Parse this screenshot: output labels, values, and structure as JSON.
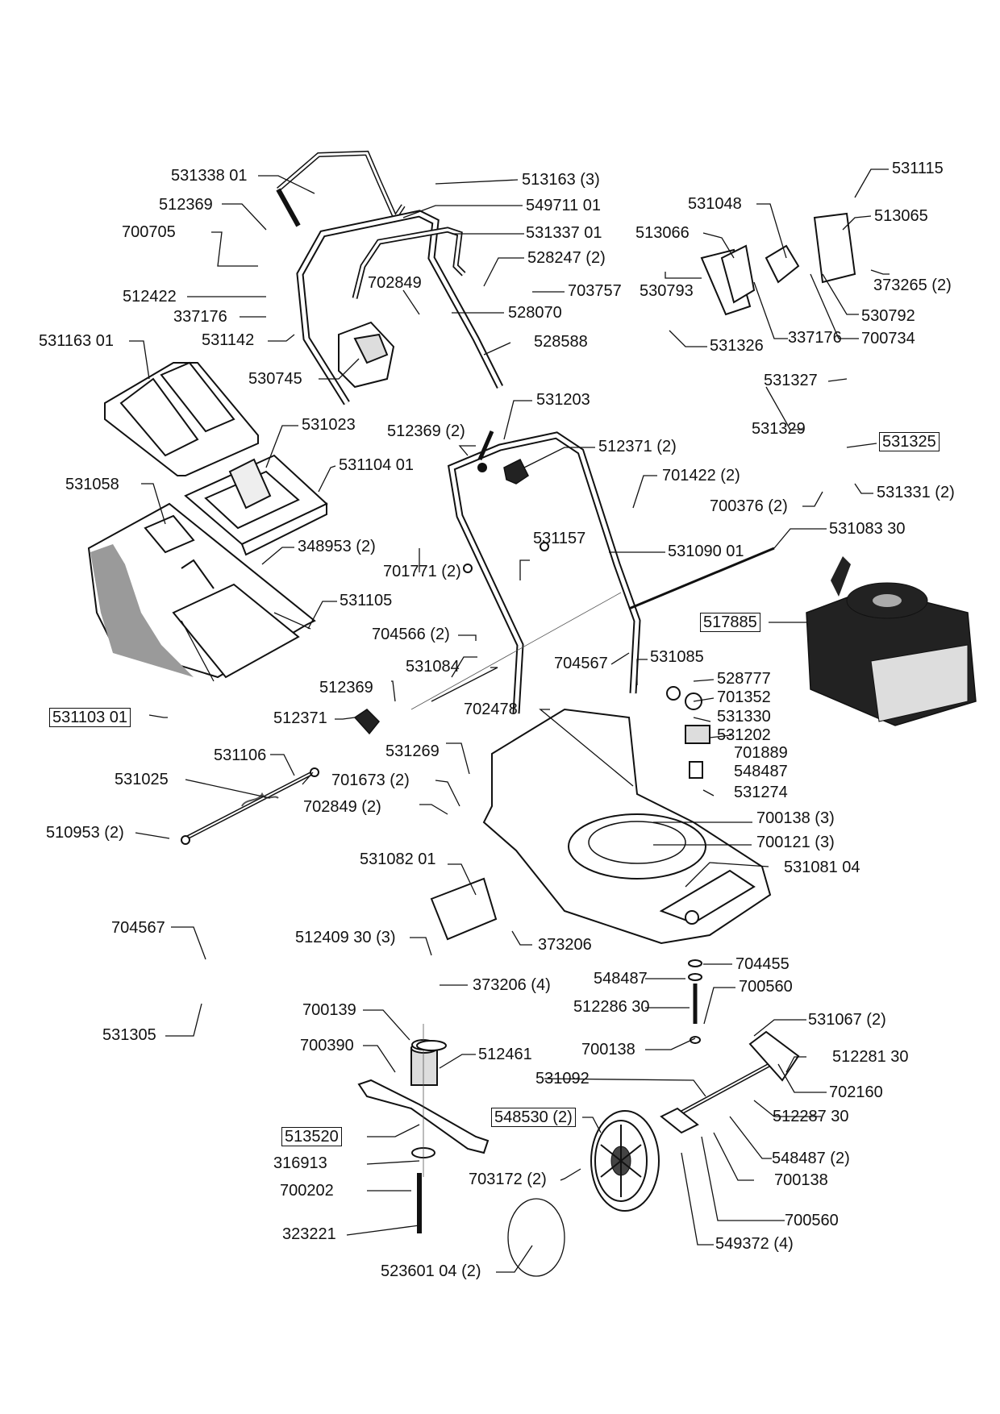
{
  "diagram": {
    "title": "Lawn mower exploded parts diagram",
    "labels": [
      {
        "id": "p1",
        "text": "531338 01"
      },
      {
        "id": "p2",
        "text": "513163 (3)"
      },
      {
        "id": "p3",
        "text": "512369"
      },
      {
        "id": "p4",
        "text": "549711 01"
      },
      {
        "id": "p5",
        "text": "700705"
      },
      {
        "id": "p6",
        "text": "531337 01"
      },
      {
        "id": "p7",
        "text": "528247 (2)"
      },
      {
        "id": "p8",
        "text": "702849"
      },
      {
        "id": "p9",
        "text": "703757"
      },
      {
        "id": "p10",
        "text": "512422"
      },
      {
        "id": "p11",
        "text": "337176"
      },
      {
        "id": "p12",
        "text": "528070"
      },
      {
        "id": "p13",
        "text": "531142"
      },
      {
        "id": "p14",
        "text": "528588"
      },
      {
        "id": "p15",
        "text": "531163 01"
      },
      {
        "id": "p16",
        "text": "530745"
      },
      {
        "id": "p17",
        "text": "531115"
      },
      {
        "id": "p18",
        "text": "531048"
      },
      {
        "id": "p19",
        "text": "513065"
      },
      {
        "id": "p20",
        "text": "513066"
      },
      {
        "id": "p21",
        "text": "530793"
      },
      {
        "id": "p22",
        "text": "373265 (2)"
      },
      {
        "id": "p23",
        "text": "530792"
      },
      {
        "id": "p24",
        "text": "531326"
      },
      {
        "id": "p25",
        "text": "337176"
      },
      {
        "id": "p26",
        "text": "700734"
      },
      {
        "id": "p27",
        "text": "531327"
      },
      {
        "id": "p28",
        "text": "531329"
      },
      {
        "id": "p29",
        "text": "531325"
      },
      {
        "id": "p30",
        "text": "531331 (2)"
      },
      {
        "id": "p31",
        "text": "700376 (2)"
      },
      {
        "id": "p32",
        "text": "531203"
      },
      {
        "id": "p33",
        "text": "531023"
      },
      {
        "id": "p34",
        "text": "512369 (2)"
      },
      {
        "id": "p35",
        "text": "512371 (2)"
      },
      {
        "id": "p36",
        "text": "531104 01"
      },
      {
        "id": "p37",
        "text": "531058"
      },
      {
        "id": "p38",
        "text": "701422 (2)"
      },
      {
        "id": "p39",
        "text": "531083 30"
      },
      {
        "id": "p40",
        "text": "348953 (2)"
      },
      {
        "id": "p41",
        "text": "531157"
      },
      {
        "id": "p42",
        "text": "701771 (2)"
      },
      {
        "id": "p43",
        "text": "531090 01"
      },
      {
        "id": "p44",
        "text": "531105"
      },
      {
        "id": "p45",
        "text": "517885"
      },
      {
        "id": "p46",
        "text": "704566 (2)"
      },
      {
        "id": "p47",
        "text": "531085"
      },
      {
        "id": "p48",
        "text": "704567"
      },
      {
        "id": "p49",
        "text": "531084"
      },
      {
        "id": "p50",
        "text": "528777"
      },
      {
        "id": "p51",
        "text": "512369"
      },
      {
        "id": "p52",
        "text": "701352"
      },
      {
        "id": "p53",
        "text": "531103 01"
      },
      {
        "id": "p54",
        "text": "512371"
      },
      {
        "id": "p55",
        "text": "702478"
      },
      {
        "id": "p56",
        "text": "531330"
      },
      {
        "id": "p57",
        "text": "531202"
      },
      {
        "id": "p58",
        "text": "531269"
      },
      {
        "id": "p59",
        "text": "701889"
      },
      {
        "id": "p60",
        "text": "531106"
      },
      {
        "id": "p61",
        "text": "548487"
      },
      {
        "id": "p62",
        "text": "531025"
      },
      {
        "id": "p63",
        "text": "701673 (2)"
      },
      {
        "id": "p64",
        "text": "531274"
      },
      {
        "id": "p65",
        "text": "702849 (2)"
      },
      {
        "id": "p66",
        "text": "510953 (2)"
      },
      {
        "id": "p67",
        "text": "700138 (3)"
      },
      {
        "id": "p68",
        "text": "700121 (3)"
      },
      {
        "id": "p69",
        "text": "531082 01"
      },
      {
        "id": "p70",
        "text": "531081 04"
      },
      {
        "id": "p71",
        "text": "704567"
      },
      {
        "id": "p72",
        "text": "512409 30 (3)"
      },
      {
        "id": "p73",
        "text": "373206"
      },
      {
        "id": "p74",
        "text": "704455"
      },
      {
        "id": "p75",
        "text": "548487"
      },
      {
        "id": "p76",
        "text": "373206 (4)"
      },
      {
        "id": "p77",
        "text": "700560"
      },
      {
        "id": "p78",
        "text": "512286 30"
      },
      {
        "id": "p79",
        "text": "700139"
      },
      {
        "id": "p80",
        "text": "531305"
      },
      {
        "id": "p81",
        "text": "531067 (2)"
      },
      {
        "id": "p82",
        "text": "700390"
      },
      {
        "id": "p83",
        "text": "512461"
      },
      {
        "id": "p84",
        "text": "700138"
      },
      {
        "id": "p85",
        "text": "512281 30"
      },
      {
        "id": "p86",
        "text": "531092"
      },
      {
        "id": "p87",
        "text": "702160"
      },
      {
        "id": "p88",
        "text": "548530 (2)"
      },
      {
        "id": "p89",
        "text": "512287 30"
      },
      {
        "id": "p90",
        "text": "513520"
      },
      {
        "id": "p91",
        "text": "548487 (2)"
      },
      {
        "id": "p92",
        "text": "316913"
      },
      {
        "id": "p93",
        "text": "703172 (2)"
      },
      {
        "id": "p94",
        "text": "700138"
      },
      {
        "id": "p95",
        "text": "700202"
      },
      {
        "id": "p96",
        "text": "700560"
      },
      {
        "id": "p97",
        "text": "323221"
      },
      {
        "id": "p98",
        "text": "549372 (4)"
      },
      {
        "id": "p99",
        "text": "523601 04 (2)"
      }
    ]
  }
}
